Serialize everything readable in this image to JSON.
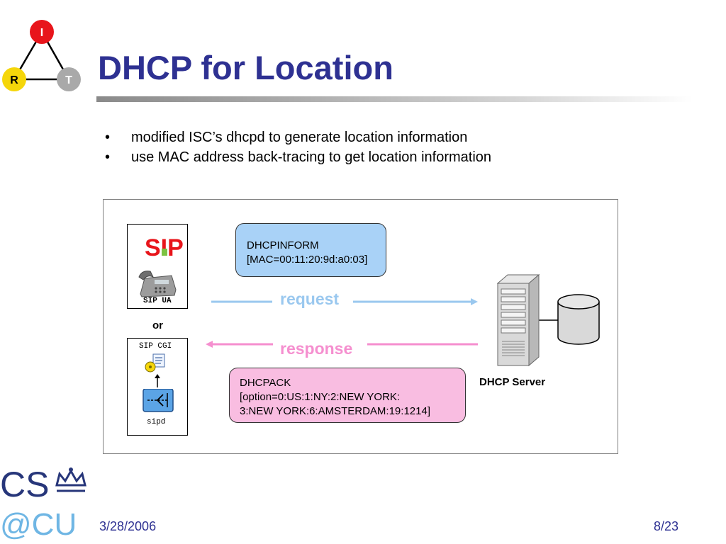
{
  "slide": {
    "title": "DHCP for Location",
    "logo": {
      "top": "I",
      "left": "R",
      "right": "T"
    },
    "bullets": [
      {
        "marker": "•",
        "text": "modified ISC’s dhcpd to generate location information"
      },
      {
        "marker": "•",
        "text": "use MAC address back-tracing to get location information"
      }
    ]
  },
  "diagram": {
    "sip_ua_label": "SIP UA",
    "sip_logo": "SIP",
    "or_label": "or",
    "sip_cgi_label": "SIP CGI",
    "sipd_label": "sipd",
    "inform": {
      "line1": "DHCPINFORM",
      "line2": "[MAC=00:11:20:9d:a0:03]"
    },
    "request_label": "request",
    "response_label": "response",
    "ack": {
      "line1": "DHCPACK",
      "line2": "[option=0:US:1:NY:2:NEW YORK:",
      "line3": "3:NEW YORK:6:AMSTERDAM:19:1214]"
    },
    "server_label": "DHCP Server",
    "colors": {
      "request": "#9ac8ef",
      "response": "#f58fcf",
      "inform_bg": "#a9d2f7",
      "ack_bg": "#f9bde1"
    }
  },
  "footer": {
    "logo_top": "CS",
    "logo_bottom": "@CU",
    "date": "3/28/2006",
    "page": "8/23"
  }
}
